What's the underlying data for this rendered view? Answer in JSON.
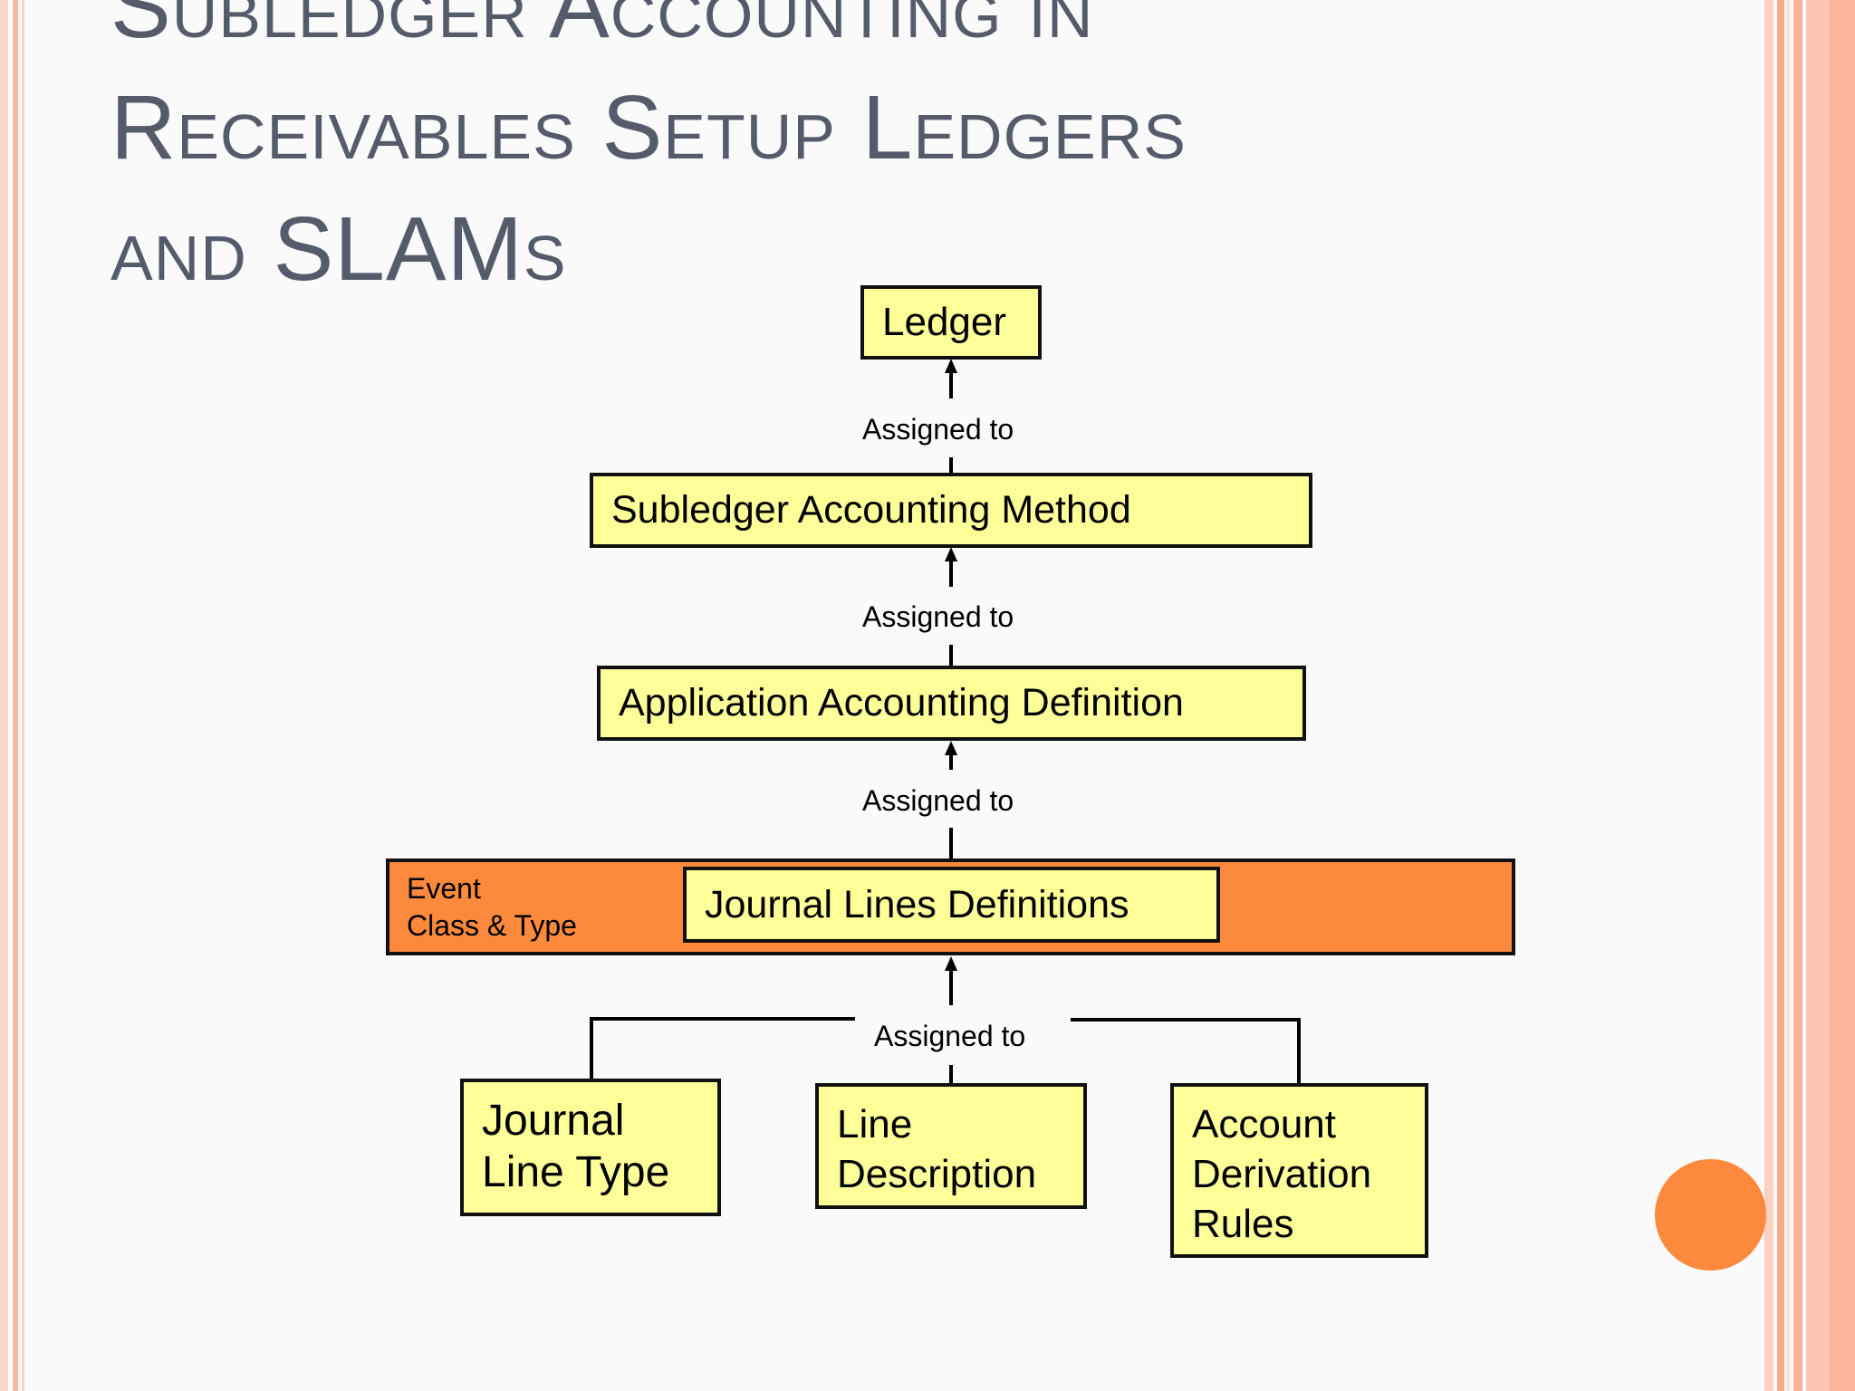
{
  "slide": {
    "title_lines": [
      "Subledger Accounting in",
      "Receivables Setup Ledgers",
      "and SLAMs"
    ]
  },
  "diagram": {
    "nodes": {
      "ledger": "Ledger",
      "method": "Subledger Accounting Method",
      "aad": "Application Accounting Definition",
      "jld": "Journal Lines Definitions",
      "event": "Event\nClass & Type",
      "jlt": "Journal\nLine Type",
      "line_desc": "Line\nDescription",
      "adr": "Account\nDerivation\nRules"
    },
    "connectors": {
      "c1": "Assigned to",
      "c2": "Assigned to",
      "c3": "Assigned to",
      "c4": "Assigned to"
    }
  },
  "colors": {
    "box_fill": "#ffff99",
    "event_band": "#fd8a3c",
    "title": "#555b6a",
    "accent_circle": "#fd8a3c"
  }
}
